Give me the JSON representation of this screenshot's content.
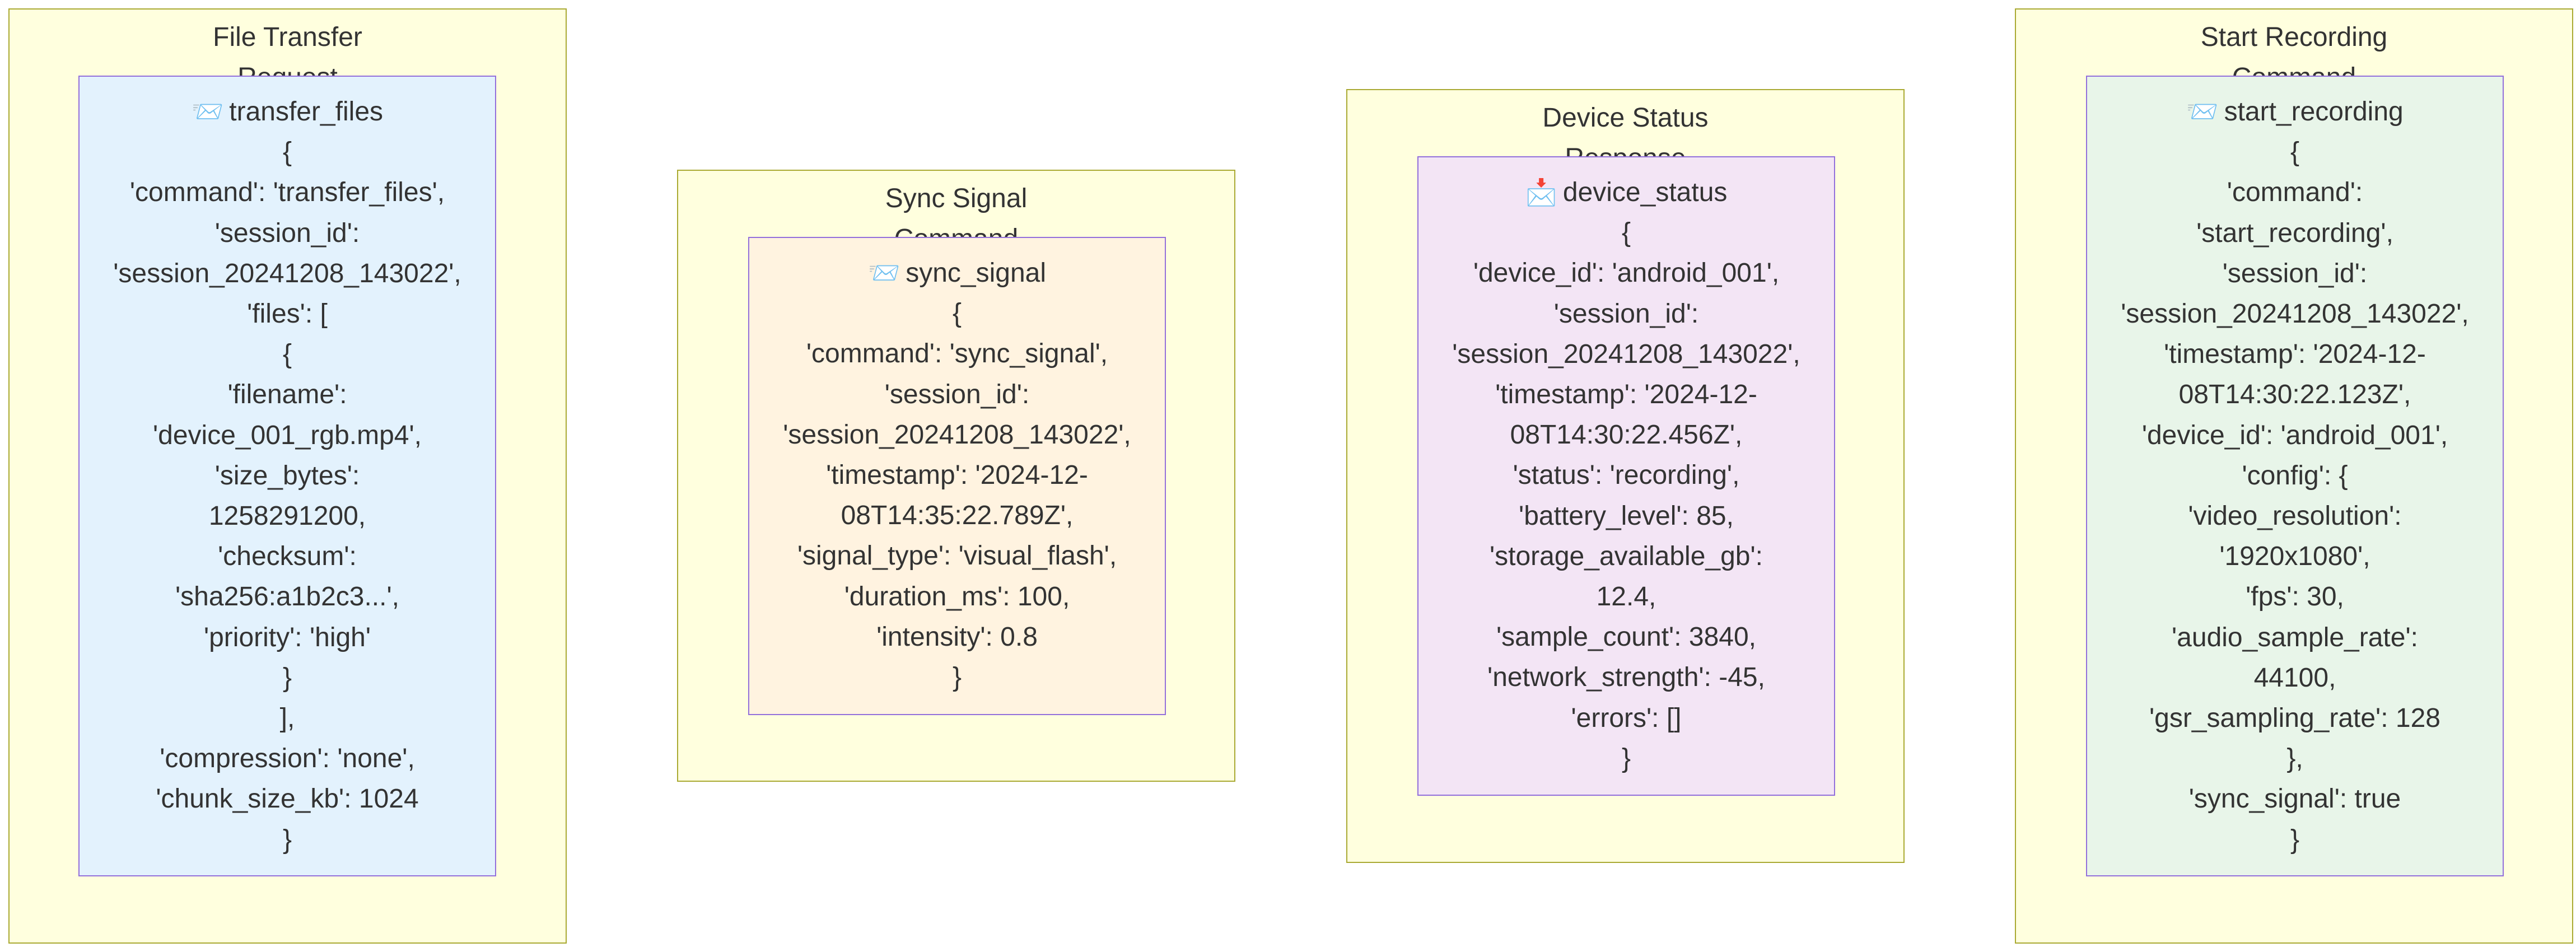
{
  "clusters": [
    {
      "id": "file-transfer",
      "title": "File Transfer\nRequest",
      "fill": "#e3f2fd",
      "node": {
        "icon": "📨",
        "icon_name": "envelope-incoming-icon",
        "title": "transfer_files",
        "lines": [
          "{",
          "'command': 'transfer_files',",
          "'session_id':",
          "'session_20241208_143022',",
          "'files': [",
          "{",
          "'filename':",
          "'device_001_rgb.mp4',",
          "'size_bytes':",
          "1258291200,",
          "'checksum':",
          "'sha256:a1b2c3...',",
          "'priority': 'high'",
          "}",
          "],",
          "'compression': 'none',",
          "'chunk_size_kb': 1024",
          "}"
        ]
      }
    },
    {
      "id": "sync-signal",
      "title": "Sync Signal\nCommand",
      "fill": "#fff3e0",
      "node": {
        "icon": "📨",
        "icon_name": "envelope-incoming-icon",
        "title": "sync_signal",
        "lines": [
          "{",
          "'command': 'sync_signal',",
          "'session_id':",
          "'session_20241208_143022',",
          "'timestamp': '2024-12-",
          "08T14:35:22.789Z',",
          "'signal_type': 'visual_flash',",
          "'duration_ms': 100,",
          "'intensity': 0.8",
          "}"
        ]
      }
    },
    {
      "id": "device-status",
      "title": "Device Status\nResponse",
      "fill": "#f3e5f5",
      "node": {
        "icon": "📩",
        "icon_name": "envelope-arrow-icon",
        "title": "device_status",
        "lines": [
          "{",
          "'device_id': 'android_001',",
          "'session_id':",
          "'session_20241208_143022',",
          "'timestamp': '2024-12-",
          "08T14:30:22.456Z',",
          "'status': 'recording',",
          "'battery_level': 85,",
          "'storage_available_gb':",
          "12.4,",
          "'sample_count': 3840,",
          "'network_strength': -45,",
          "'errors': []",
          "}"
        ]
      }
    },
    {
      "id": "start-recording",
      "title": "Start Recording\nCommand",
      "fill": "#e8f5e9",
      "node": {
        "icon": "📨",
        "icon_name": "envelope-incoming-icon",
        "title": "start_recording",
        "lines": [
          "{",
          "'command':",
          "'start_recording',",
          "'session_id':",
          "'session_20241208_143022',",
          "'timestamp': '2024-12-",
          "08T14:30:22.123Z',",
          "'device_id': 'android_001',",
          "'config': {",
          "'video_resolution':",
          "'1920x1080',",
          "'fps': 30,",
          "'audio_sample_rate':",
          "44100,",
          "'gsr_sampling_rate': 128",
          "},",
          "'sync_signal': true",
          "}"
        ]
      }
    }
  ]
}
